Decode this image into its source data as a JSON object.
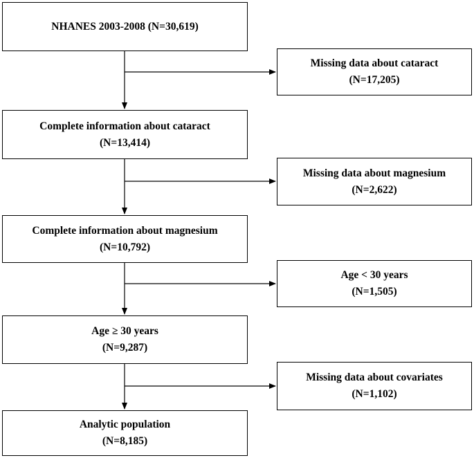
{
  "main_flow": [
    {
      "lines": [
        "NHANES 2003-2008 (N=30,619)"
      ]
    },
    {
      "lines": [
        "Complete information about cataract",
        "(N=13,414)"
      ]
    },
    {
      "lines": [
        "Complete information about magnesium",
        "(N=10,792)"
      ]
    },
    {
      "lines": [
        "Age ≥ 30 years",
        "(N=9,287)"
      ]
    },
    {
      "lines": [
        "Analytic population",
        "(N=8,185)"
      ]
    }
  ],
  "exclusions": [
    {
      "lines": [
        "Missing data about cataract",
        "(N=17,205)"
      ]
    },
    {
      "lines": [
        "Missing data about magnesium",
        "(N=2,622)"
      ]
    },
    {
      "lines": [
        "Age < 30 years",
        "(N=1,505)"
      ]
    },
    {
      "lines": [
        "Missing data about covariates",
        "(N=1,102)"
      ]
    }
  ]
}
